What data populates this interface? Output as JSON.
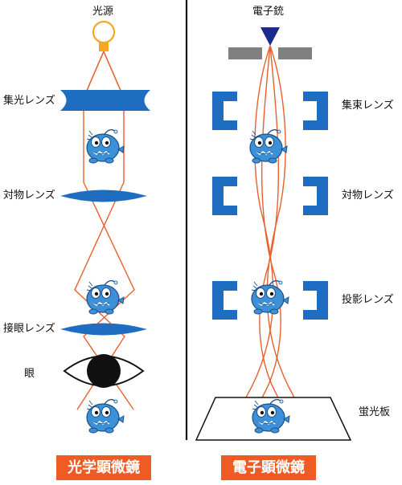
{
  "optical": {
    "light_source": "光源",
    "condenser_lens": "集光レンズ",
    "objective_lens": "対物レンズ",
    "eyepiece_lens": "接眼レンズ",
    "eye": "眼",
    "title": "光学顕微鏡"
  },
  "electron": {
    "electron_gun": "電子銃",
    "condenser_lens": "集束レンズ",
    "objective_lens": "対物レンズ",
    "projector_lens": "投影レンズ",
    "fluorescent_screen": "蛍光板",
    "title": "電子顕微鏡"
  },
  "colors": {
    "lens_blue": "#1f6dc0",
    "ray_orange": "#e8612d",
    "bulb_orange": "#f5a623",
    "gun_navy": "#1b2a8c",
    "aperture_gray": "#808080",
    "title_bg": "#f05a23"
  }
}
